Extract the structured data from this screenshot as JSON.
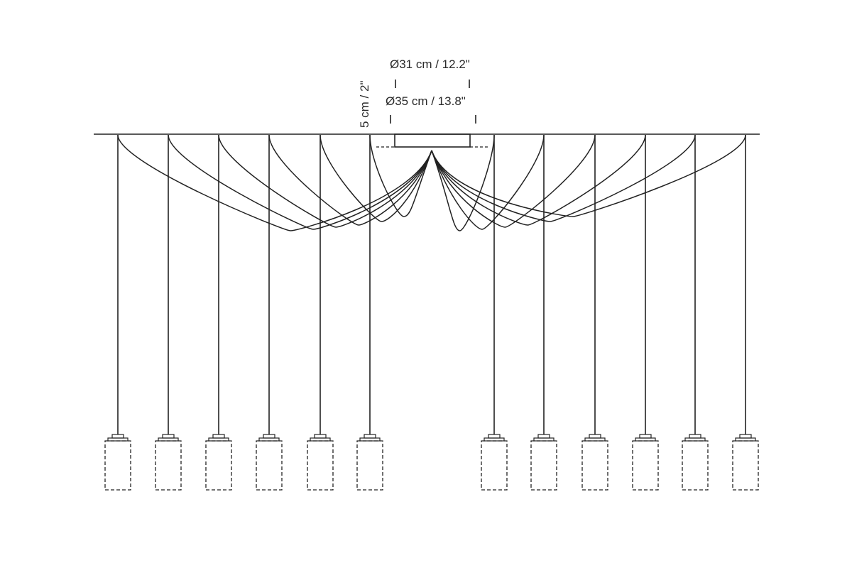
{
  "dimensions": {
    "canopy_inner": "Ø31 cm / 12.2\"",
    "canopy_outer": "Ø35 cm / 13.8\"",
    "canopy_height": "5 cm / 2\""
  },
  "pendants": {
    "count_left": 6,
    "count_right": 6
  },
  "colors": {
    "line": "#222222",
    "background": "#ffffff"
  }
}
